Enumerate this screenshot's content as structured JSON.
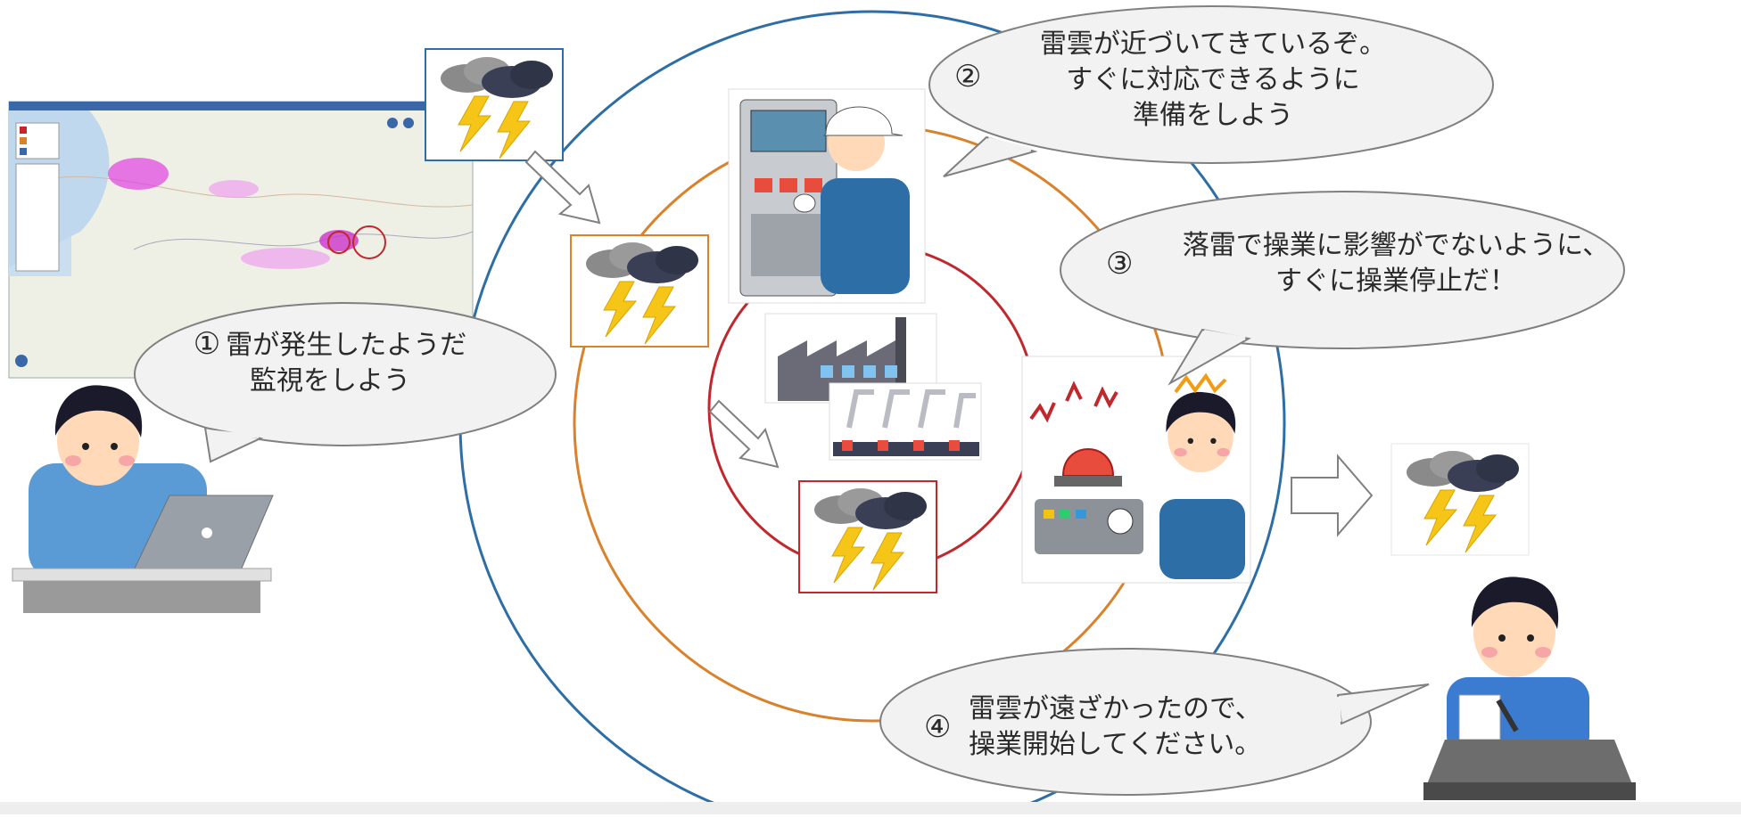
{
  "bubbles": [
    {
      "id": "b1",
      "num": "①",
      "lines": [
        "雷が発生したようだ",
        "監視をしよう"
      ]
    },
    {
      "id": "b2",
      "num": "②",
      "lines": [
        "雷雲が近づいてきているぞ。",
        "すぐに対応できるように",
        "準備をしよう"
      ]
    },
    {
      "id": "b3",
      "num": "③",
      "lines": [
        "落雷で操業に影響がでないように、",
        "すぐに操業停止だ！"
      ]
    },
    {
      "id": "b4",
      "num": "④",
      "lines": [
        "雷雲が遠ざかったので、",
        "操業開始してください。"
      ]
    }
  ],
  "colors": {
    "outer_ring": "#2e6ea6",
    "middle_ring": "#d9822b",
    "inner_ring": "#c0282d",
    "card_blue": "#2e6ea6",
    "card_orange": "#d9822b",
    "card_red": "#c0282d",
    "bolt": "#f5c518",
    "bubble_fill": "#f2f2f2",
    "bubble_stroke": "#808080"
  },
  "icons": [
    "storm-cloud-icon",
    "lightning-bolt-icon",
    "factory-icon",
    "robot-arm-icon",
    "warning-siren-icon",
    "laptop-icon",
    "microphone-icon",
    "arrow-icon"
  ]
}
